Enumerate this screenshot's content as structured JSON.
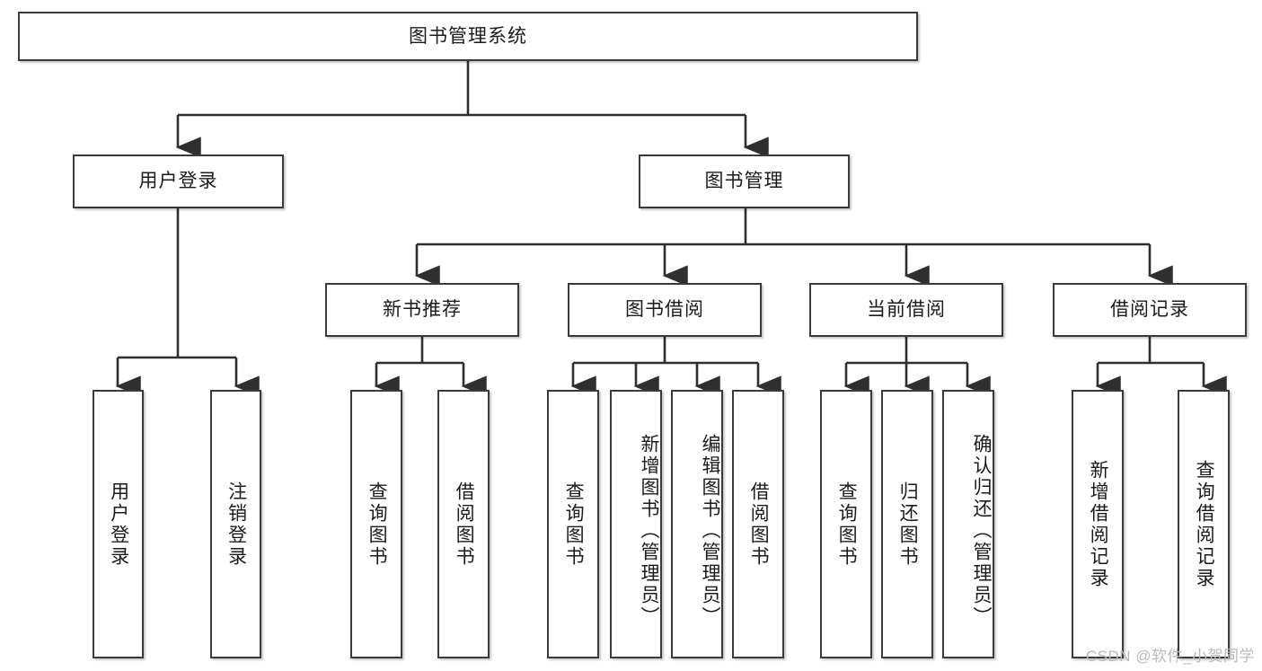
{
  "diagram": {
    "type": "tree-hierarchy",
    "title": "图书管理系统",
    "watermark": "CSDN @软件_小贺同学",
    "colors": {
      "box_border": "#3a3a3a",
      "box_fill": "#ffffff",
      "connector": "#2f2f2f",
      "text": "#1b1b1b",
      "watermark": "#b9b9b9"
    },
    "levels": {
      "root": {
        "label": "图书管理系统"
      },
      "level2": [
        {
          "id": "user-login",
          "label": "用户登录"
        },
        {
          "id": "book-management",
          "label": "图书管理"
        }
      ],
      "level3": [
        {
          "id": "new-book-recommend",
          "label": "新书推荐",
          "parent": "book-management"
        },
        {
          "id": "book-borrow",
          "label": "图书借阅",
          "parent": "book-management"
        },
        {
          "id": "current-borrow",
          "label": "当前借阅",
          "parent": "book-management"
        },
        {
          "id": "borrow-record",
          "label": "借阅记录",
          "parent": "book-management"
        }
      ],
      "leaves": [
        {
          "id": "leaf-user-login",
          "label": "用户登录",
          "parent": "user-login"
        },
        {
          "id": "leaf-logout-login",
          "label": "注销登录",
          "parent": "user-login"
        },
        {
          "id": "leaf-query-book-1",
          "label": "查询图书",
          "parent": "new-book-recommend"
        },
        {
          "id": "leaf-borrow-book-1",
          "label": "借阅图书",
          "parent": "new-book-recommend"
        },
        {
          "id": "leaf-query-book-2",
          "label": "查询图书",
          "parent": "book-borrow"
        },
        {
          "id": "leaf-add-book",
          "label": "新增图书（管理员）",
          "parent": "book-borrow"
        },
        {
          "id": "leaf-edit-book",
          "label": "编辑图书（管理员）",
          "parent": "book-borrow"
        },
        {
          "id": "leaf-borrow-book-2",
          "label": "借阅图书",
          "parent": "book-borrow"
        },
        {
          "id": "leaf-query-book-3",
          "label": "查询图书",
          "parent": "current-borrow"
        },
        {
          "id": "leaf-return-book",
          "label": "归还图书",
          "parent": "current-borrow"
        },
        {
          "id": "leaf-confirm-return",
          "label": "确认归还（管理员）",
          "parent": "current-borrow"
        },
        {
          "id": "leaf-add-borrow-record",
          "label": "新增借阅记录",
          "parent": "borrow-record"
        },
        {
          "id": "leaf-query-borrow-record",
          "label": "查询借阅记录",
          "parent": "borrow-record"
        }
      ]
    }
  }
}
